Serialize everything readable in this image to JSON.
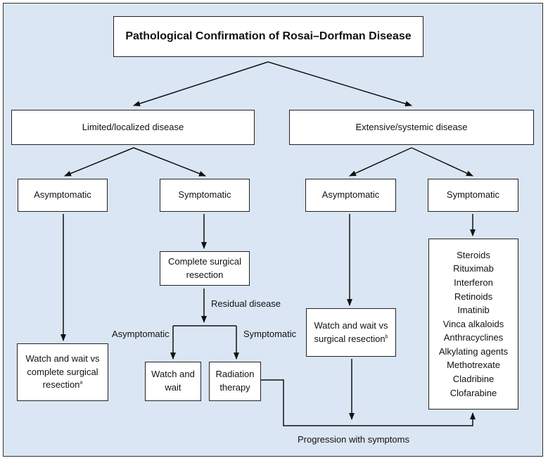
{
  "title": "Pathological Confirmation of Rosai–Dorfman Disease",
  "limited": {
    "label": "Limited/localized disease",
    "asymptomatic": {
      "label": "Asymptomatic",
      "outcome_line1": "Watch and wait vs",
      "outcome_line2": "complete surgical",
      "outcome_line3": "resection",
      "outcome_note": "a"
    },
    "symptomatic": {
      "label": "Symptomatic",
      "surgery_line1": "Complete surgical",
      "surgery_line2": "resection",
      "residual_label": "Residual disease",
      "residual_asymptomatic_label": "Asymptomatic",
      "residual_symptomatic_label": "Symptomatic",
      "watch_line1": "Watch and",
      "watch_line2": "wait",
      "radiation_line1": "Radiation",
      "radiation_line2": "therapy"
    }
  },
  "extensive": {
    "label": "Extensive/systemic disease",
    "asymptomatic": {
      "label": "Asymptomatic",
      "outcome_line1": "Watch and wait vs",
      "outcome_line2": "surgical resection",
      "outcome_note": "b"
    },
    "symptomatic": {
      "label": "Symptomatic",
      "treatments": [
        "Steroids",
        "Rituximab",
        "Interferon",
        "Retinoids",
        "Imatinib",
        "Vinca alkaloids",
        "Anthracyclines",
        "Alkylating agents",
        "Methotrexate",
        "Cladribine",
        "Clofarabine"
      ]
    }
  },
  "progression_label": "Progression with symptoms",
  "colors": {
    "background": "#dbe6f4",
    "box_fill": "#ffffff",
    "line": "#111111"
  }
}
